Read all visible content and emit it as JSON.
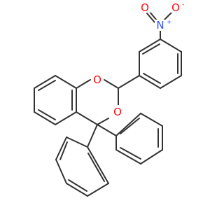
{
  "molecule": {
    "atoms": {
      "nitro_n": "N",
      "nitro_n_charge": "+",
      "nitro_o_left": "O",
      "nitro_o_right": "O",
      "nitro_o_right_charge": "-",
      "ring_o_top": "O",
      "ring_o_bottom": "O"
    },
    "colors": {
      "bond": "#333333",
      "oxygen": "#ff0d0d",
      "nitrogen": "#3050f8"
    }
  }
}
